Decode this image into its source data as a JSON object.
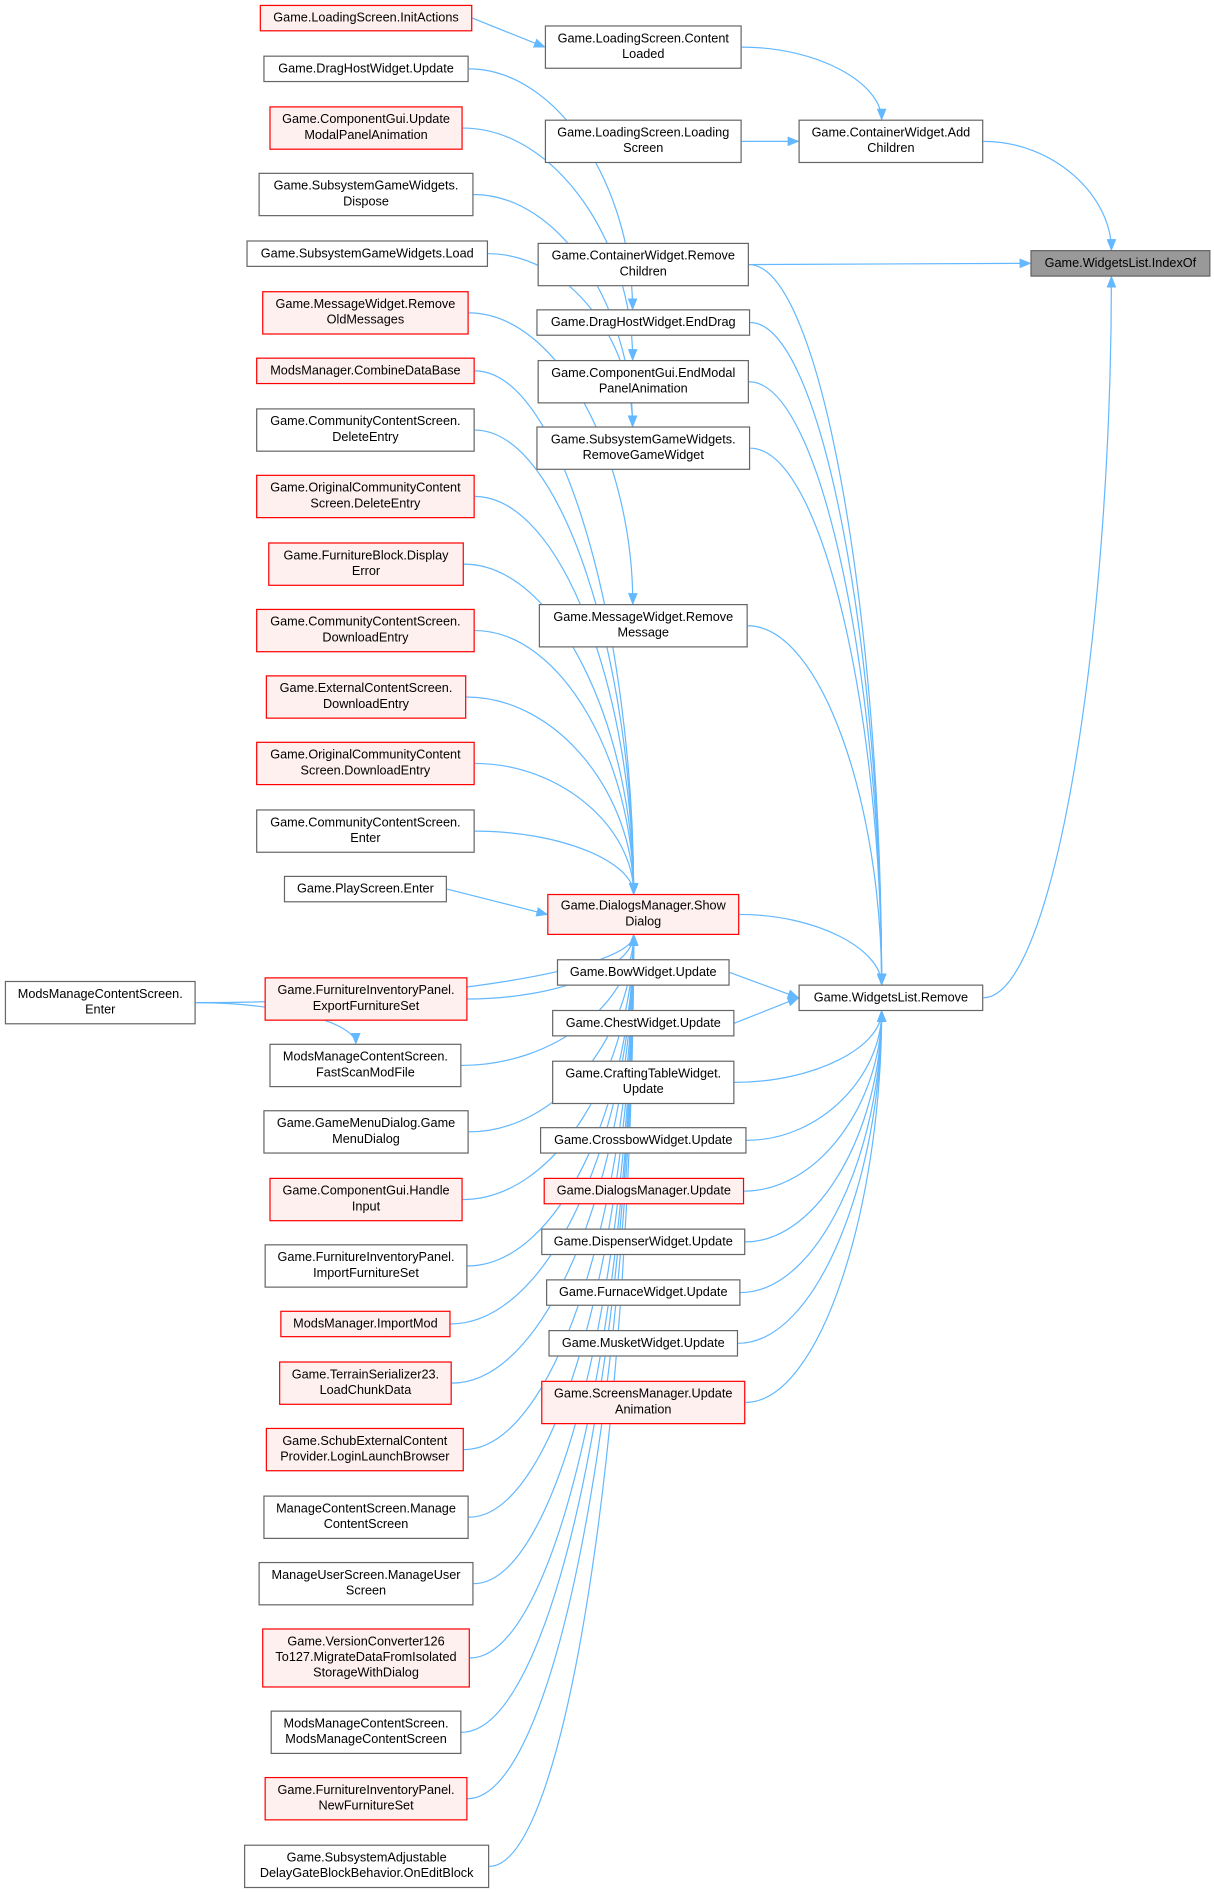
{
  "graph": {
    "colors": {
      "edge": "#63b8ff",
      "red_border": "#ff0000",
      "red_fill": "#fff0f0",
      "current_fill": "#999999",
      "normal_border": "#666666"
    },
    "nodes": [
      {
        "id": "initactions",
        "style": "red",
        "lines": [
          "Game.LoadingScreen.InitActions"
        ]
      },
      {
        "id": "contentloaded",
        "style": "normal",
        "lines": [
          "Game.LoadingScreen.Content",
          "Loaded"
        ]
      },
      {
        "id": "draghostupdate",
        "style": "normal",
        "lines": [
          "Game.DragHostWidget.Update"
        ]
      },
      {
        "id": "cguiupdatemodal",
        "style": "red",
        "lines": [
          "Game.ComponentGui.Update",
          "ModalPanelAnimation"
        ]
      },
      {
        "id": "sgwdispose",
        "style": "normal",
        "lines": [
          "Game.SubsystemGameWidgets.",
          "Dispose"
        ]
      },
      {
        "id": "sgwload",
        "style": "normal",
        "lines": [
          "Game.SubsystemGameWidgets.Load"
        ]
      },
      {
        "id": "removeoldmessages",
        "style": "red",
        "lines": [
          "Game.MessageWidget.Remove",
          "OldMessages"
        ]
      },
      {
        "id": "combinedatabase",
        "style": "red",
        "lines": [
          "ModsManager.CombineDataBase"
        ]
      },
      {
        "id": "ccsdelete",
        "style": "normal",
        "lines": [
          "Game.CommunityContentScreen.",
          "DeleteEntry"
        ]
      },
      {
        "id": "occsdelete",
        "style": "red",
        "lines": [
          "Game.OriginalCommunityContent",
          "Screen.DeleteEntry"
        ]
      },
      {
        "id": "furnitureerror",
        "style": "red",
        "lines": [
          "Game.FurnitureBlock.Display",
          "Error"
        ]
      },
      {
        "id": "ccsdownload",
        "style": "red",
        "lines": [
          "Game.CommunityContentScreen.",
          "DownloadEntry"
        ]
      },
      {
        "id": "ecsdownload",
        "style": "red",
        "lines": [
          "Game.ExternalContentScreen.",
          "DownloadEntry"
        ]
      },
      {
        "id": "occsdownload",
        "style": "red",
        "lines": [
          "Game.OriginalCommunityContent",
          "Screen.DownloadEntry"
        ]
      },
      {
        "id": "ccsenter",
        "style": "normal",
        "lines": [
          "Game.CommunityContentScreen.",
          "Enter"
        ]
      },
      {
        "id": "playenter",
        "style": "normal",
        "lines": [
          "Game.PlayScreen.Enter"
        ]
      },
      {
        "id": "mmcsenter",
        "style": "normal",
        "lines": [
          "ModsManageContentScreen.",
          "Enter"
        ]
      },
      {
        "id": "exportfurniture",
        "style": "red",
        "lines": [
          "Game.FurnitureInventoryPanel.",
          "ExportFurnitureSet"
        ]
      },
      {
        "id": "fastscan",
        "style": "normal",
        "lines": [
          "ModsManageContentScreen.",
          "FastScanModFile"
        ]
      },
      {
        "id": "gamemenu",
        "style": "normal",
        "lines": [
          "Game.GameMenuDialog.Game",
          "MenuDialog"
        ]
      },
      {
        "id": "handleinput",
        "style": "red",
        "lines": [
          "Game.ComponentGui.Handle",
          "Input"
        ]
      },
      {
        "id": "importfurniture",
        "style": "normal",
        "lines": [
          "Game.FurnitureInventoryPanel.",
          "ImportFurnitureSet"
        ]
      },
      {
        "id": "importmod",
        "style": "red",
        "lines": [
          "ModsManager.ImportMod"
        ]
      },
      {
        "id": "loadchunk",
        "style": "red",
        "lines": [
          "Game.TerrainSerializer23.",
          "LoadChunkData"
        ]
      },
      {
        "id": "loginbrowser",
        "style": "red",
        "lines": [
          "Game.SchubExternalContent",
          "Provider.LoginLaunchBrowser"
        ]
      },
      {
        "id": "managecontent",
        "style": "normal",
        "lines": [
          "ManageContentScreen.Manage",
          "ContentScreen"
        ]
      },
      {
        "id": "manageuser",
        "style": "normal",
        "lines": [
          "ManageUserScreen.ManageUser",
          "Screen"
        ]
      },
      {
        "id": "migrate",
        "style": "red",
        "lines": [
          "Game.VersionConverter126",
          "To127.MigrateDataFromIsolated",
          "StorageWithDialog"
        ]
      },
      {
        "id": "mmcsctor",
        "style": "normal",
        "lines": [
          "ModsManageContentScreen.",
          "ModsManageContentScreen"
        ]
      },
      {
        "id": "newfurniture",
        "style": "red",
        "lines": [
          "Game.FurnitureInventoryPanel.",
          "NewFurnitureSet"
        ]
      },
      {
        "id": "onedit",
        "style": "normal",
        "lines": [
          "Game.SubsystemAdjustable",
          "DelayGateBlockBehavior.OnEditBlock"
        ]
      },
      {
        "id": "loadingscreen",
        "style": "normal",
        "lines": [
          "Game.LoadingScreen.Loading",
          "Screen"
        ]
      },
      {
        "id": "removechildren",
        "style": "normal",
        "lines": [
          "Game.ContainerWidget.Remove",
          "Children"
        ]
      },
      {
        "id": "enddrag",
        "style": "normal",
        "lines": [
          "Game.DragHostWidget.EndDrag"
        ]
      },
      {
        "id": "endmodal",
        "style": "normal",
        "lines": [
          "Game.ComponentGui.EndModal",
          "PanelAnimation"
        ]
      },
      {
        "id": "removegamewidget",
        "style": "normal",
        "lines": [
          "Game.SubsystemGameWidgets.",
          "RemoveGameWidget"
        ]
      },
      {
        "id": "removemessage",
        "style": "normal",
        "lines": [
          "Game.MessageWidget.Remove",
          "Message"
        ]
      },
      {
        "id": "showdialog",
        "style": "red",
        "lines": [
          "Game.DialogsManager.Show",
          "Dialog"
        ]
      },
      {
        "id": "bow",
        "style": "normal",
        "lines": [
          "Game.BowWidget.Update"
        ]
      },
      {
        "id": "chest",
        "style": "normal",
        "lines": [
          "Game.ChestWidget.Update"
        ]
      },
      {
        "id": "crafting",
        "style": "normal",
        "lines": [
          "Game.CraftingTableWidget.",
          "Update"
        ]
      },
      {
        "id": "crossbow",
        "style": "normal",
        "lines": [
          "Game.CrossbowWidget.Update"
        ]
      },
      {
        "id": "dmupdate",
        "style": "red",
        "lines": [
          "Game.DialogsManager.Update"
        ]
      },
      {
        "id": "dispenser",
        "style": "normal",
        "lines": [
          "Game.DispenserWidget.Update"
        ]
      },
      {
        "id": "furnace",
        "style": "normal",
        "lines": [
          "Game.FurnaceWidget.Update"
        ]
      },
      {
        "id": "musket",
        "style": "normal",
        "lines": [
          "Game.MusketWidget.Update"
        ]
      },
      {
        "id": "screensanim",
        "style": "red",
        "lines": [
          "Game.ScreensManager.Update",
          "Animation"
        ]
      },
      {
        "id": "addchildren",
        "style": "normal",
        "lines": [
          "Game.ContainerWidget.Add",
          "Children"
        ]
      },
      {
        "id": "indexof",
        "style": "current",
        "lines": [
          "Game.WidgetsList.IndexOf"
        ]
      },
      {
        "id": "remove",
        "style": "normal",
        "lines": [
          "Game.WidgetsList.Remove"
        ]
      }
    ],
    "edges": [
      [
        "initactions",
        "contentloaded"
      ],
      [
        "contentloaded",
        "addchildren"
      ],
      [
        "loadingscreen",
        "addchildren"
      ],
      [
        "addchildren",
        "indexof"
      ],
      [
        "removechildren",
        "indexof"
      ],
      [
        "remove",
        "indexof"
      ],
      [
        "draghostupdate",
        "enddrag"
      ],
      [
        "cguiupdatemodal",
        "endmodal"
      ],
      [
        "sgwdispose",
        "removegamewidget"
      ],
      [
        "sgwload",
        "removegamewidget"
      ],
      [
        "removeoldmessages",
        "removemessage"
      ],
      [
        "combinedatabase",
        "showdialog"
      ],
      [
        "ccsdelete",
        "showdialog"
      ],
      [
        "occsdelete",
        "showdialog"
      ],
      [
        "furnitureerror",
        "showdialog"
      ],
      [
        "ccsdownload",
        "showdialog"
      ],
      [
        "ecsdownload",
        "showdialog"
      ],
      [
        "occsdownload",
        "showdialog"
      ],
      [
        "ccsenter",
        "showdialog"
      ],
      [
        "playenter",
        "showdialog"
      ],
      [
        "mmcsenter",
        "showdialog"
      ],
      [
        "mmcsenter",
        "fastscan"
      ],
      [
        "exportfurniture",
        "showdialog"
      ],
      [
        "fastscan",
        "showdialog"
      ],
      [
        "gamemenu",
        "showdialog"
      ],
      [
        "handleinput",
        "showdialog"
      ],
      [
        "importfurniture",
        "showdialog"
      ],
      [
        "importmod",
        "showdialog"
      ],
      [
        "loadchunk",
        "showdialog"
      ],
      [
        "loginbrowser",
        "showdialog"
      ],
      [
        "managecontent",
        "showdialog"
      ],
      [
        "manageuser",
        "showdialog"
      ],
      [
        "migrate",
        "showdialog"
      ],
      [
        "mmcsctor",
        "showdialog"
      ],
      [
        "newfurniture",
        "showdialog"
      ],
      [
        "onedit",
        "showdialog"
      ],
      [
        "removechildren",
        "remove"
      ],
      [
        "enddrag",
        "remove"
      ],
      [
        "endmodal",
        "remove"
      ],
      [
        "removegamewidget",
        "remove"
      ],
      [
        "removemessage",
        "remove"
      ],
      [
        "showdialog",
        "remove"
      ],
      [
        "bow",
        "remove"
      ],
      [
        "chest",
        "remove"
      ],
      [
        "crafting",
        "remove"
      ],
      [
        "crossbow",
        "remove"
      ],
      [
        "dmupdate",
        "remove"
      ],
      [
        "dispenser",
        "remove"
      ],
      [
        "furnace",
        "remove"
      ],
      [
        "musket",
        "remove"
      ],
      [
        "screensanim",
        "remove"
      ]
    ]
  }
}
